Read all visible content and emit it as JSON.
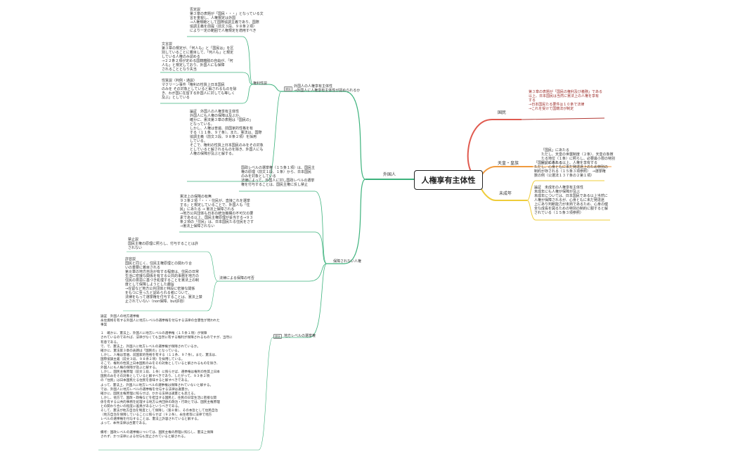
{
  "root": {
    "title": "人権享有主体性"
  },
  "right": {
    "kokumin": {
      "label": "国民",
      "note": "第３章の表題が「国民の権利及び義務」である\n以上、日本国民は当然に憲法上の人権を享有\nする\n→日本国民たる要件は１０条で法律\n→これを受けて国籍法が制定"
    },
    "tenno": {
      "label": "天皇・皇族",
      "note": "「国民」にあたる\nただし、天皇の世襲制度（２条）、天皇の象徴\nたる地位（１条）に照らし、必要最小限の特別\nが認められる"
    },
    "miseinen": {
      "label": "未成年",
      "note1": "「国民」にあたる以上、人権を享有する\nただし、心身ともに未だ発達途上のため特別の\n制約が存される（１５条３項参照）　→選挙権\n数の例（公選法１３７条の２第１項）",
      "note2": "論証　未成年の人権享有主体性\n未成年にも人権が保障が及ぶ\n未成年については、日本国民である以上当然に\n人権が保障されるが、心身ともに未だ発達途\n上にあり判断能力が未熟であるため、心身の健\n全な成長を図るための特別の制約に服すると解\nされている（１５条３項参照）"
    }
  },
  "left": {
    "gaikokujin": {
      "label": "外国人"
    },
    "hoshou": {
      "icon": "論証",
      "label": "外国人の人権享有主体性",
      "sub": "→外国人に人権享有主体性が認められるか",
      "setsu": {
        "label": "権利性説"
      },
      "note_hitei": "否定説\n第３章の表題が「国民・・・」となっている文\n言を重視し、人権規定は外国\n→人権規範として国際協調主義であり、国際\n協調主義を前提（前文３段、９８条２項）\nにより一定の範囲で人権規定を適用すべき",
      "note_monjin": "文言説\n第３章の規定が、「何人も」と「国民は」を区\n別していることに着目して、「何人も」と規定\nしている人権のみ認める\n→２２条２項が定める国籍離脱の自由が、「何\n人も」と規定しており、外国人にも保障\nされることとなり失当",
      "note_seishitsu": "性質説（判例・通説）\nマクリーン事件「権利の性質上日本国民\nのみを その対象としていると解されるものを除\nき、わが国に在留する外国人に対しても等しく\n及ぶ」としている",
      "note_ronshou": "論証　外国人の人権享有主体性\n外国人にも人権の保障は及ぶか。\n確かに、憲法第３章の表題は「国民の」\nとなっている。\nしかし、人権は普遍、前国家的性格を有\nする（１１条、９７条）。また、憲法は、国際\n協調主義（前文３段、９８条２項）を採用\nしている。\nそこで、権利の性質上日本国民のみをその対象\nとしていると解されるものを除き、外国人にも\n人権の保障が及ぶと解する。"
    },
    "hoshousarenai": {
      "label": "保障されない人権",
      "note_kokusei": "国政レベルの選挙権（１５条１項）は、国民主\n権の原理（前文１段、１条）から、日本国民\nのみを対象としている\n法律によって、外国人に対し国政レベルの選挙\n権を付与することは、国民主権に反し禁止",
      "note_kenpou": "憲法上の保障の有無\n９３条２項「・・・住民が、直接これを選挙\nする」と規定していることで、外国人も「住\n民」にあたる → 憲法上保障される\n→地方公共団体も日本の統治機構の不可欠の要\n素である以上、国民主権原理が妥当する→９３\n条２項の「住民」は、日本国民たる住民をさす\n→憲法上保障されない",
      "houritsu": {
        "label": "法律による保障の可否"
      },
      "note_kinshi": "禁止説\n国民主権の原理に照らし、付与することは許\nされない",
      "note_kyoyou": "許容説\n国民と同じく、住民主権原理との関わり合\nいの重要に着目される\n第８章の地方自治が有する程度は、住民の日常\n生活に密接な関係を有する公共的事務を地方の\n住民の意思に基づき処理することを憲法上の制\n度として保障しようとした趣旨\n→在留など地方公共団体と特段に密接な関係\nをもつに至ったと認められる者について、\n法律をもって選挙権を付与することは、憲法上禁\n止されていない（non保障、but許容）",
      "chihou": {
        "icon": "論証",
        "label": "地方レベルの選挙権"
      },
      "note_chihou": "論証　外国人の地方選挙権\n永住資格を有する外国人に地方レベルの選挙権を付与する法律の合憲性が問われた\n事案\n\n１　確かに、憲法上、外国人に地方レベルの選挙権（１５条１項）が保障\nされているのであれば、法律がなくても当然に有する権利が保障されるものですが、当然に\n有意である。\nで、で、憲法上、外国人に地方レベルの選挙権が保障されているか。\n確かに、憲法第３章の表題は「国民の」となっている。\nしかし、人権は普遍、前国家的性格を有する（１１条、９７条）。また、憲法は、\n国際協調主義（前文３段、９８条２項）を採用している。\nそこで、権利の性質上日本国民のみをその対象としていると解されるものを除き、\n外国人にも人権の保障が及ぶと解する。\nしかし、国民主権原理（前文１段、１条）に照らせば、選挙権は権利の性質上日本\n国民のみをその対象としていると解すべきであり、したがって、９３条２項\nの「住民」は日本国民たる住民を意味すると解すべきである。\nよって、憲法上、外国人に地方レベルの選挙権は保障されていないと解する。\nでは、外国人に地方レベルの選挙権を付与する法律は違憲か。\n確かに、国民主権原理に照らせば、かかる法律は違憲とも思える。\nしかし、他方で、国政・政権などを担当する国民と、住民の日常生活に密接な関\n係を有する公共的事務を処理する地方公共団体の政治・行政とでは、国民主権原理\nとの関わり合いの程度に差異があるというべきである。\nそして、憲法が地方自治を制度として保障し（第８章）、その本旨として住民自治\n（地方自治を保障していることに照らせば（９２条）、永住者等に法律で地方\nレベルの選挙権を付与することは、憲法上許容されていると解する。\nよって、本件法律は合憲である。\n\n備考：国政レベルの選挙権については、国民主権の原理に照らし、憲法上保障\nされず、かつ法律による付与も禁止されていると解される。"
    }
  },
  "colors": {
    "red": "#e05a4f",
    "orange": "#f09a3e",
    "yellow": "#efcc3a",
    "green": "#3cb27c",
    "darkred": "#b23a35"
  }
}
